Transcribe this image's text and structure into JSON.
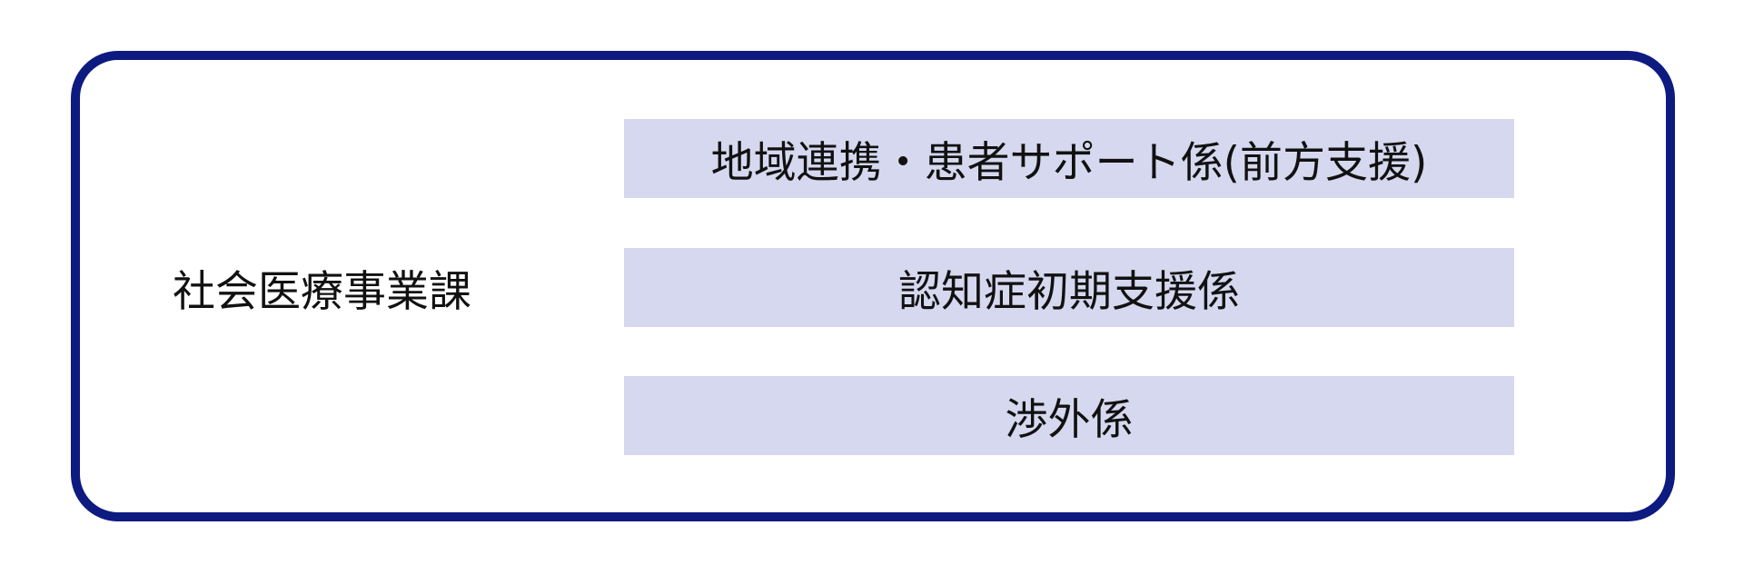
{
  "department": {
    "name": "社会医療事業課"
  },
  "units": [
    {
      "label": "地域連携・患者サポート係(前方支援)"
    },
    {
      "label": "認知症初期支援係"
    },
    {
      "label": "渉外係"
    }
  ],
  "colors": {
    "frame_border": "#0d1a80",
    "unit_fill": "#d5d8ee",
    "text": "#111111",
    "background": "#ffffff"
  }
}
